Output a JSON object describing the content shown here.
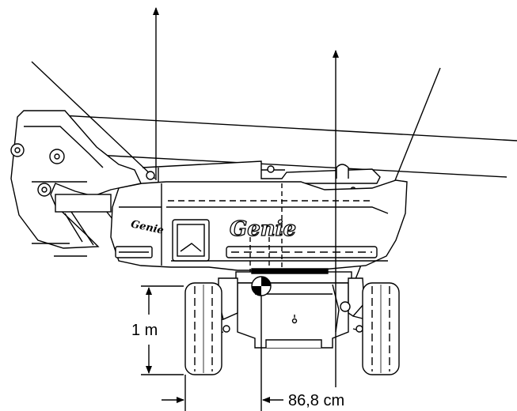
{
  "drawing": {
    "brand_logo": "Genie",
    "height_dimension_label": "1 m",
    "offset_dimension_label": "86,8 cm",
    "line_color": "#000000",
    "background": "#ffffff"
  }
}
